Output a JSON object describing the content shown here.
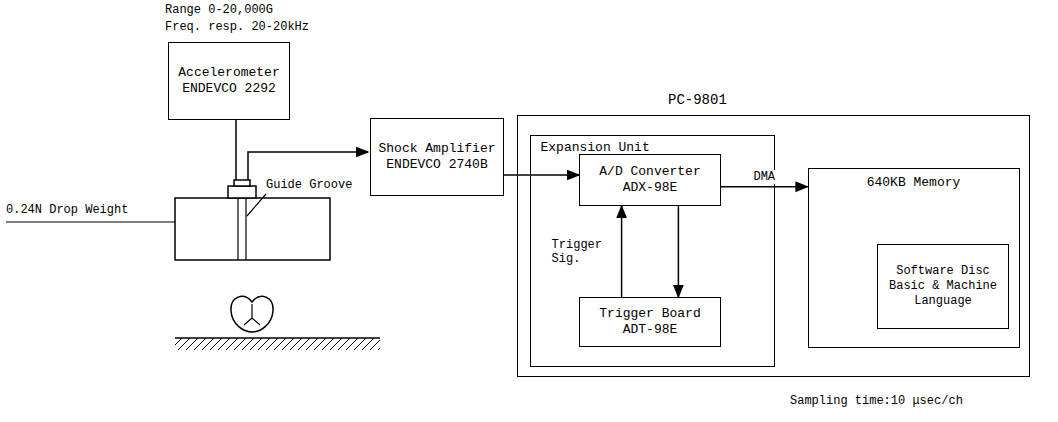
{
  "diagram": {
    "nodes": [
      {
        "text": [
          "Accelerometer ENDEVCO 2292"
        ]
      },
      {
        "text": [
          "Shock Amplifier ENDEVCO 2740B"
        ]
      },
      {
        "text": [
          "PC-9801"
        ]
      },
      {
        "text": [
          "Expansion Unit"
        ],
        "in": 2
      },
      {
        "text": [
          "A/D Converter ADX-98E"
        ],
        "in": 3
      },
      {
        "text": [
          "Trigger Board ADT-98E"
        ],
        "in": 3
      },
      {
        "text": [
          "640KB Memory"
        ],
        "in": 2
      },
      {
        "text": [
          "Software Disc Basic & Machine Language"
        ],
        "in": 6
      }
    ],
    "edges": [
      {
        "from": 1,
        "to": 4,
        "arrow": "to"
      },
      {
        "from": 4,
        "to": 6,
        "label": "DMA",
        "arrow": "to"
      },
      {
        "from": 5,
        "to": 4,
        "label": "Trigger Sig.",
        "arrow": "to"
      },
      {
        "from": 4,
        "to": 5,
        "arrow": "to"
      }
    ],
    "labels": [
      "Range 0-20,000G",
      "Freq. resp. 20-20kHz",
      "0.24N Drop Weight",
      "Guide Groove",
      "Sampling time:10 μsec/ch"
    ]
  }
}
